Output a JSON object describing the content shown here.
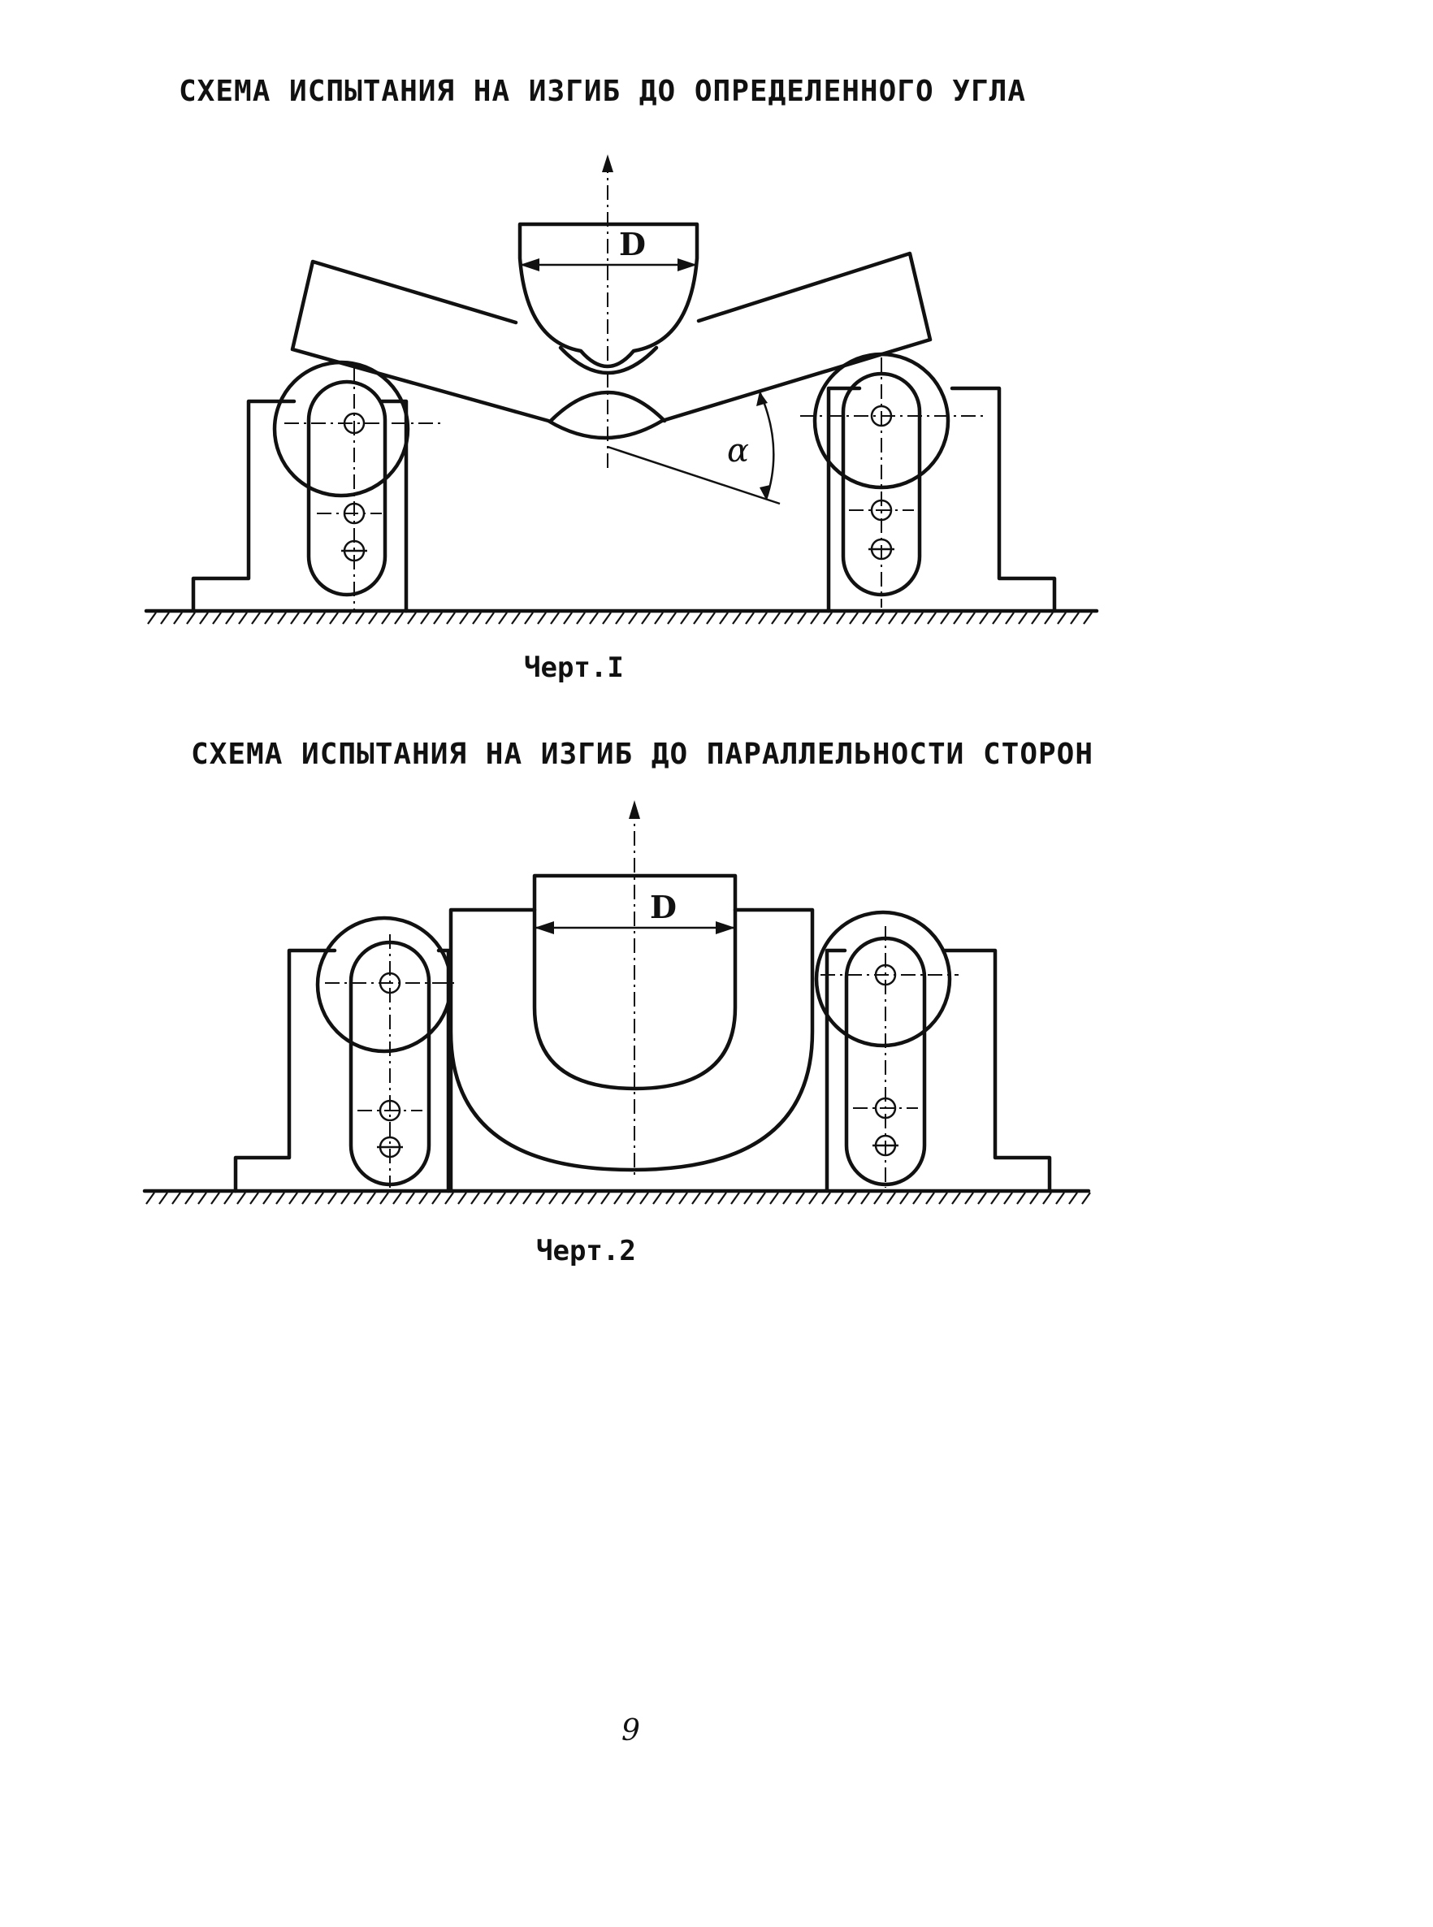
{
  "figure1": {
    "title": "СХЕМА ИСПЫТАНИЯ НА ИЗГИБ ДО ОПРЕДЕЛЕННОГО УГЛА",
    "caption": "Черт.I",
    "mandrel_label": "D",
    "angle_label": "α"
  },
  "figure2": {
    "title": "СХЕМА ИСПЫТАНИЯ НА ИЗГИБ ДО ПАРАЛЛЕЛЬНОСТИ СТОРОН",
    "caption": "Черт.2",
    "mandrel_label": "D"
  },
  "page_number": "9"
}
